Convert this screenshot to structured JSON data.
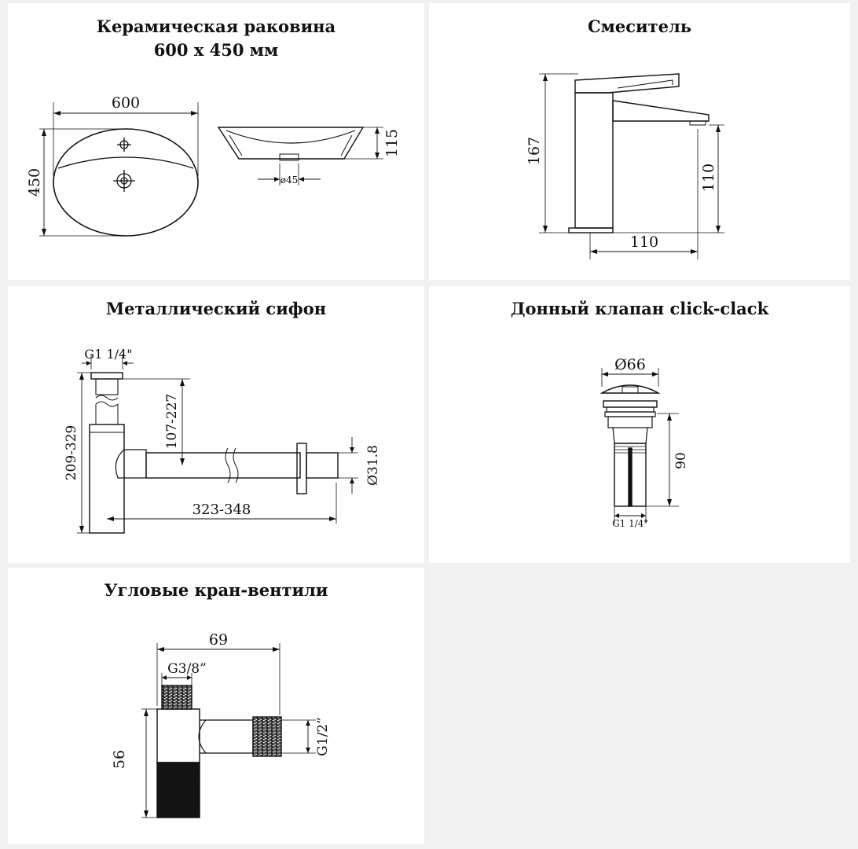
{
  "colors": {
    "background": "#f1f1f1",
    "panel": "#ffffff",
    "line": "#111111",
    "knurl": "#1a1a1a"
  },
  "sink": {
    "title_line1": "Керамическая раковина",
    "title_line2": "600 х 450 мм",
    "dim_width": "600",
    "dim_depth": "450",
    "dim_height": "115",
    "dim_drain": "ø45"
  },
  "mixer": {
    "title": "Смеситель",
    "dim_height": "167",
    "dim_spout_height": "110",
    "dim_reach": "110"
  },
  "siphon": {
    "title": "Металлический сифон",
    "dim_thread": "G1 1/4\"",
    "dim_total_height": "209-329",
    "dim_inlet_height": "107-227",
    "dim_pipe_dia": "Ø31.8",
    "dim_length": "323-348"
  },
  "valve": {
    "title": "Донный клапан click-clack",
    "dim_cap": "Ø66",
    "dim_height": "90",
    "dim_thread": "G1 1/4\""
  },
  "angle_valve": {
    "title": "Угловые кран-вентили",
    "dim_width": "69",
    "dim_inlet_thread": "G3/8”",
    "dim_height": "56",
    "dim_outlet_thread": "G1/2”"
  }
}
